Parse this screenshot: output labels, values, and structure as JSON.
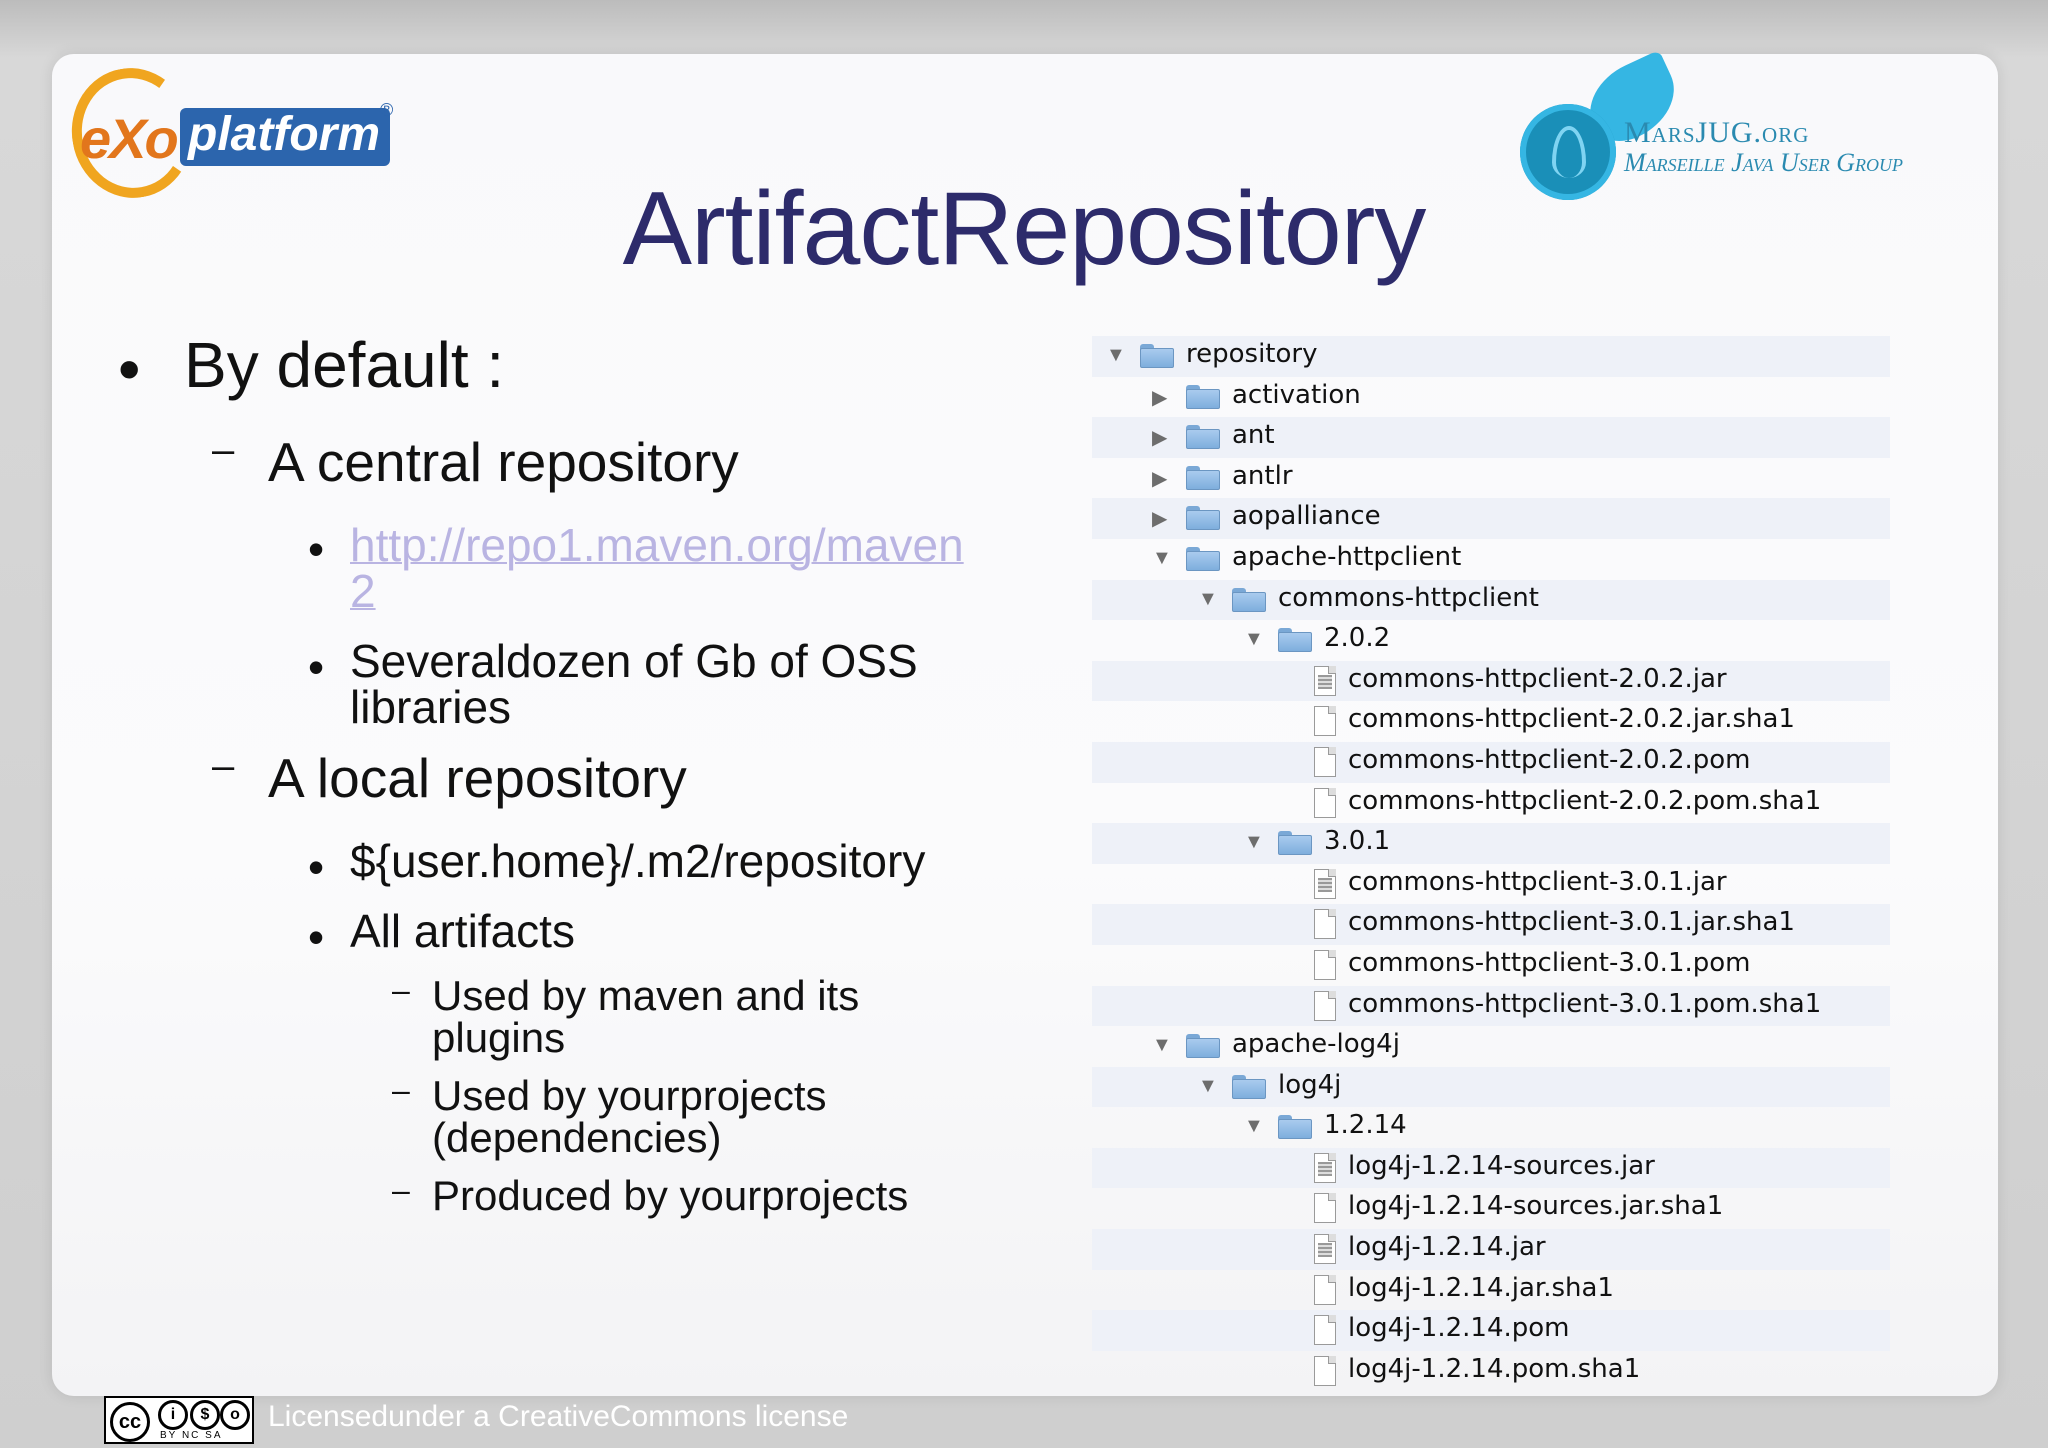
{
  "title": "ArtifactRepository",
  "logos": {
    "exo_left": "eXo",
    "exo_right": "platform",
    "exo_reg": "®",
    "marsjug_name": "MarsJUG.org",
    "marsjug_sub": "Marseille Java User Group"
  },
  "bullets": {
    "b1": "By default :",
    "b1_1": "A central repository",
    "b1_1_1_line1": "http://repo1.maven.org/maven",
    "b1_1_1_line2": "2",
    "b1_1_2_line1": "Severaldozen of Gb of OSS",
    "b1_1_2_line2": "libraries",
    "b1_2": "A local repository",
    "b1_2_1": "${user.home}/.m2/repository",
    "b1_2_2": "All artifacts",
    "b1_2_2_1_line1": "Used by maven and its",
    "b1_2_2_1_line2": "plugins",
    "b1_2_2_2_line1": "Used by yourprojects",
    "b1_2_2_2_line2": "(dependencies)",
    "b1_2_2_3": "Produced by yourprojects"
  },
  "markers": {
    "bullet": "•",
    "dash": "–"
  },
  "tree": [
    {
      "name": "repository",
      "kind": "folder",
      "depth": 0,
      "arrow": "▼"
    },
    {
      "name": "activation",
      "kind": "folder",
      "depth": 1,
      "arrow": "▶"
    },
    {
      "name": "ant",
      "kind": "folder",
      "depth": 1,
      "arrow": "▶"
    },
    {
      "name": "antlr",
      "kind": "folder",
      "depth": 1,
      "arrow": "▶"
    },
    {
      "name": "aopalliance",
      "kind": "folder",
      "depth": 1,
      "arrow": "▶"
    },
    {
      "name": "apache-httpclient",
      "kind": "folder",
      "depth": 1,
      "arrow": "▼"
    },
    {
      "name": "commons-httpclient",
      "kind": "folder",
      "depth": 2,
      "arrow": "▼"
    },
    {
      "name": "2.0.2",
      "kind": "folder",
      "depth": 3,
      "arrow": "▼"
    },
    {
      "name": "commons-httpclient-2.0.2.jar",
      "kind": "jar",
      "depth": 4,
      "arrow": ""
    },
    {
      "name": "commons-httpclient-2.0.2.jar.sha1",
      "kind": "file",
      "depth": 4,
      "arrow": ""
    },
    {
      "name": "commons-httpclient-2.0.2.pom",
      "kind": "file",
      "depth": 4,
      "arrow": ""
    },
    {
      "name": "commons-httpclient-2.0.2.pom.sha1",
      "kind": "file",
      "depth": 4,
      "arrow": ""
    },
    {
      "name": "3.0.1",
      "kind": "folder",
      "depth": 3,
      "arrow": "▼"
    },
    {
      "name": "commons-httpclient-3.0.1.jar",
      "kind": "jar",
      "depth": 4,
      "arrow": ""
    },
    {
      "name": "commons-httpclient-3.0.1.jar.sha1",
      "kind": "file",
      "depth": 4,
      "arrow": ""
    },
    {
      "name": "commons-httpclient-3.0.1.pom",
      "kind": "file",
      "depth": 4,
      "arrow": ""
    },
    {
      "name": "commons-httpclient-3.0.1.pom.sha1",
      "kind": "file",
      "depth": 4,
      "arrow": ""
    },
    {
      "name": "apache-log4j",
      "kind": "folder",
      "depth": 1,
      "arrow": "▼"
    },
    {
      "name": "log4j",
      "kind": "folder",
      "depth": 2,
      "arrow": "▼"
    },
    {
      "name": "1.2.14",
      "kind": "folder",
      "depth": 3,
      "arrow": "▼"
    },
    {
      "name": "log4j-1.2.14-sources.jar",
      "kind": "jar",
      "depth": 4,
      "arrow": ""
    },
    {
      "name": "log4j-1.2.14-sources.jar.sha1",
      "kind": "file",
      "depth": 4,
      "arrow": ""
    },
    {
      "name": "log4j-1.2.14.jar",
      "kind": "jar",
      "depth": 4,
      "arrow": ""
    },
    {
      "name": "log4j-1.2.14.jar.sha1",
      "kind": "file",
      "depth": 4,
      "arrow": ""
    },
    {
      "name": "log4j-1.2.14.pom",
      "kind": "file",
      "depth": 4,
      "arrow": ""
    },
    {
      "name": "log4j-1.2.14.pom.sha1",
      "kind": "file",
      "depth": 4,
      "arrow": ""
    }
  ],
  "footer": {
    "cc_symbol": "cc",
    "cc_labels": "BY NC SA",
    "license": "Licensedunder a CreativeCommons license"
  },
  "colors": {
    "title": "#2d2b6b",
    "link": "#b9b4e2",
    "row_alt": "#eef1f8"
  }
}
